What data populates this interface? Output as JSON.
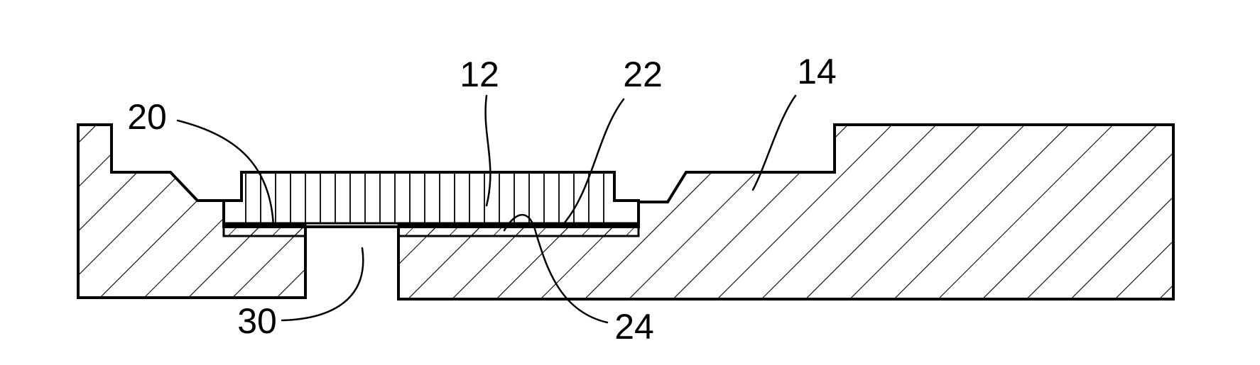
{
  "diagram": {
    "reference_numerals": {
      "n12": "12",
      "n14": "14",
      "n20": "20",
      "n22": "22",
      "n24": "24",
      "n30": "30"
    },
    "colors": {
      "line": "#000000",
      "background": "#ffffff"
    },
    "hatching": {
      "substrate": "diagonal",
      "element": "vertical",
      "thin_layers": "diagonal"
    }
  }
}
